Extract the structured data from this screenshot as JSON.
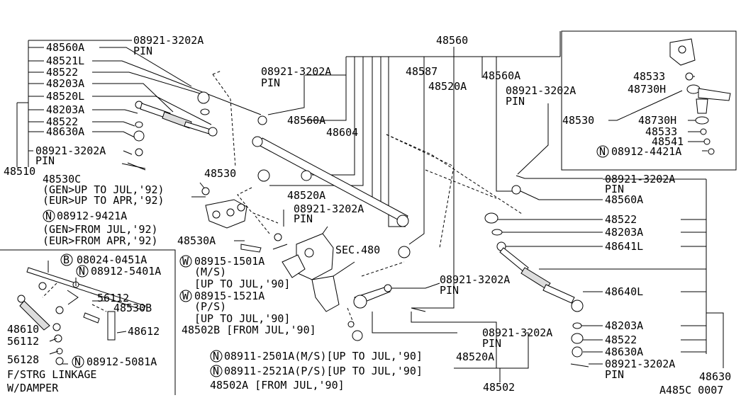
{
  "labels": {
    "l_48560A_a": "48560A",
    "l_08921_a": "08921-3202A",
    "l_pin_a": "PIN",
    "l_48521L": "48521L",
    "l_48522_a": "48522",
    "l_48203A_a": "48203A",
    "l_48520L": "48520L",
    "l_48203A_b": "48203A",
    "l_48522_b": "48522",
    "l_48630A_a": "48630A",
    "l_08921_b": "08921-3202A",
    "l_pin_b": "PIN",
    "l_48510": "48510",
    "l_48560": "48560",
    "l_08921_c": "08921-3202A",
    "l_pin_c": "PIN",
    "l_48560A_b": "48560A",
    "l_48587": "48587",
    "l_48520A_a": "48520A",
    "l_48560A_c": "48560A",
    "l_08921_d": "08921-3202A",
    "l_pin_d": "PIN",
    "l_48604": "48604",
    "l_48530": "48530",
    "l_48530C": "48530C",
    "l_gen_up": "(GEN>UP TO JUL,'92)",
    "l_eur_up": "(EUR>UP TO APR,'92)",
    "l_08912_9421": "08912-9421A",
    "l_gen_from": "(GEN>FROM JUL,'92)",
    "l_eur_from": "(EUR>FROM APR,'92)",
    "l_48530A": "48530A",
    "l_48520A_b": "48520A",
    "l_08921_e": "08921-3202A",
    "l_pin_e": "PIN",
    "l_sec480": "SEC.480",
    "l_08915_1501": "08915-1501A",
    "l_ms": "(M/S)",
    "l_upto90_a": "[UP TO JUL,'90]",
    "l_08915_1521": "08915-1521A",
    "l_ps": "(P/S)",
    "l_upto90_b": "[UP TO JUL,'90]",
    "l_48502B": "48502B [FROM JUL,'90]",
    "l_08911_2501": "08911-2501A(M/S)[UP TO JUL,'90]",
    "l_08911_2521": "08911-2521A(P/S)[UP TO JUL,'90]",
    "l_48502A": "48502A [FROM JUL,'90]",
    "l_48502": "48502",
    "l_08921_f": "08921-3202A",
    "l_pin_f": "PIN",
    "l_08921_g": "08921-3202A",
    "l_pin_g": "PIN",
    "l_48520A_c": "48520A",
    "l_48530_r": "48530",
    "l_48533_a": "48533",
    "l_48730H_a": "48730H",
    "l_48730H_b": "48730H",
    "l_48533_b": "48533",
    "l_48541": "48541",
    "l_08912_4421": "08912-4421A",
    "l_08921_h": "08921-3202A",
    "l_pin_h": "PIN",
    "l_48560A_d": "48560A",
    "l_48522_c": "48522",
    "l_48203A_c": "48203A",
    "l_48641L": "48641L",
    "l_48640L": "48640L",
    "l_48203A_d": "48203A",
    "l_48522_d": "48522",
    "l_48630A_b": "48630A",
    "l_08921_i": "08921-3202A",
    "l_pin_i": "PIN",
    "l_48630": "48630",
    "l_08024_0451": "08024-0451A",
    "l_08912_5401": "08912-5401A",
    "l_56112_a": "56112",
    "l_48530B": "48530B",
    "l_48610": "48610",
    "l_56112_b": "56112",
    "l_48612": "48612",
    "l_56128": "56128",
    "l_08912_5081": "08912-5081A",
    "l_fstrg": "F/STRG LINKAGE",
    "l_wdamper": "W/DAMPER",
    "l_code": "A485C 0007"
  },
  "markers": {
    "n": "N",
    "w": "W",
    "b": "B"
  }
}
